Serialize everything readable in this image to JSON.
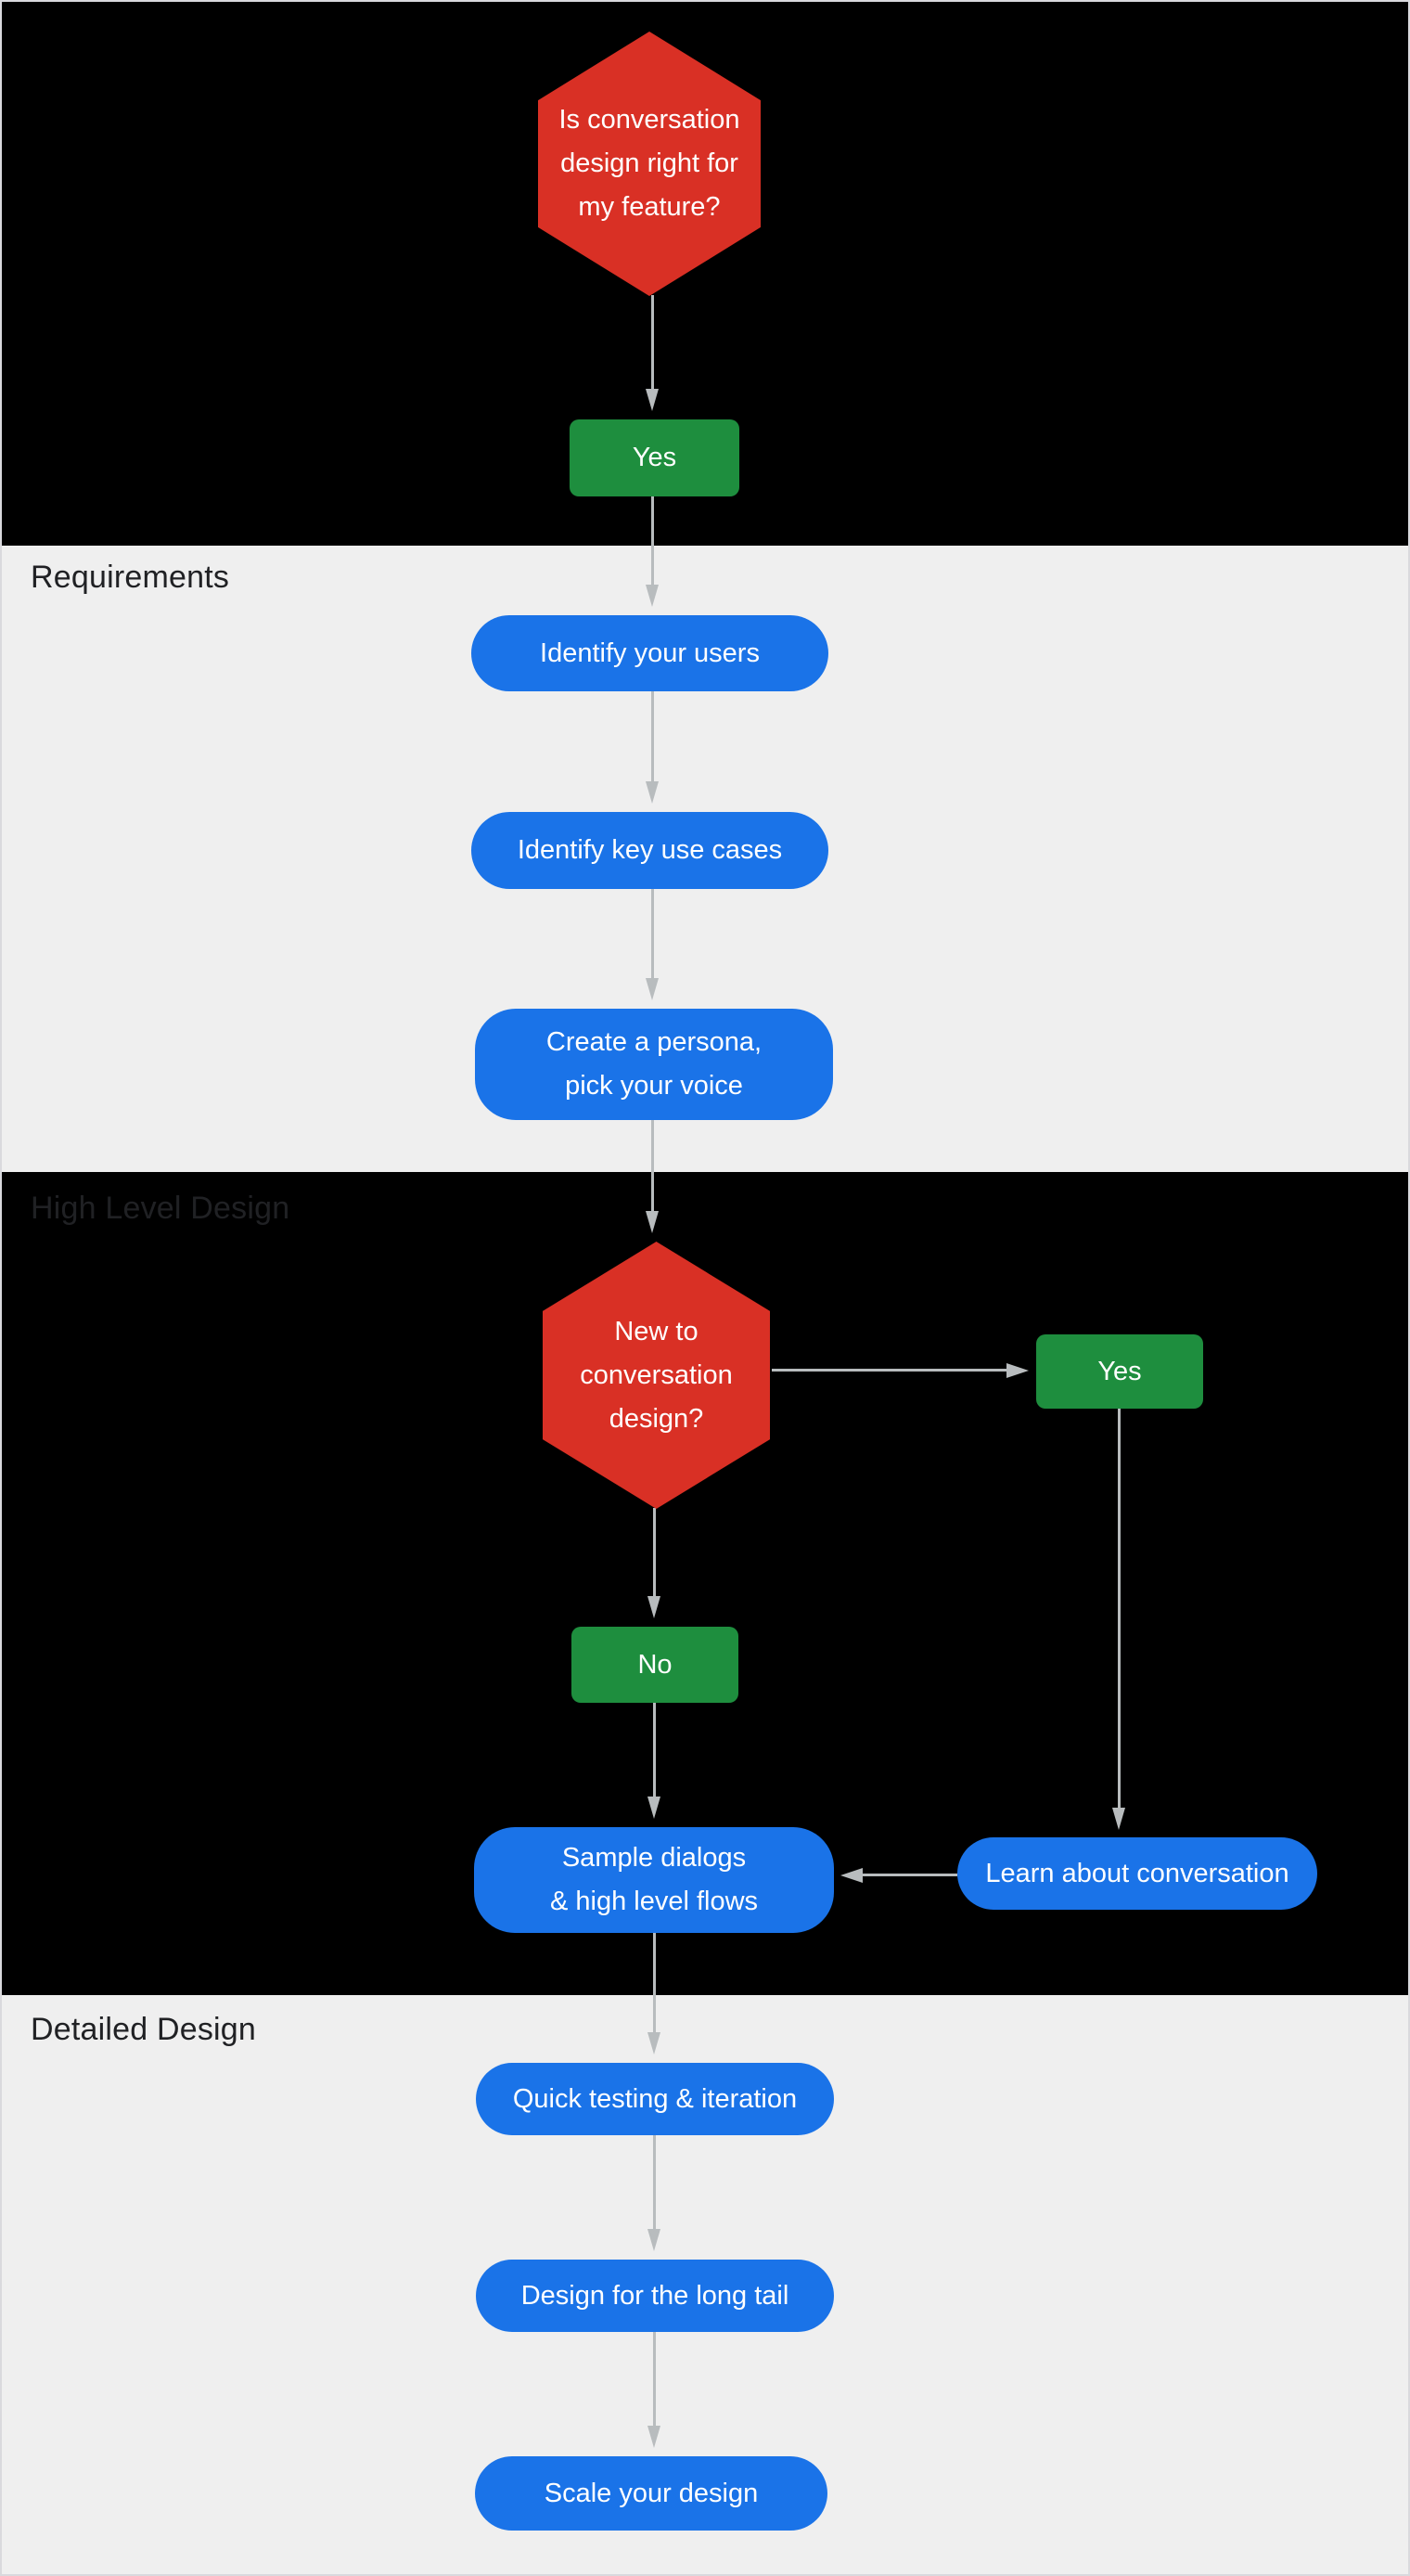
{
  "colors": {
    "decision": "#d93025",
    "answer": "#1e8e3e",
    "step": "#1a73e8",
    "arrow": "#b8bcbe",
    "section-dark": "#000000",
    "section-light": "#efefef",
    "label": "#202124",
    "node-text": "#ffffff",
    "border": "#d9d9dd"
  },
  "sections": {
    "requirements": {
      "label": "Requirements"
    },
    "high_level_design": {
      "label": "High Level Design"
    },
    "detailed_design": {
      "label": "Detailed Design"
    }
  },
  "nodes": {
    "q_right_for_feature": {
      "label": "Is conversation\ndesign right for\nmy feature?"
    },
    "yes_1": {
      "label": "Yes"
    },
    "identify_users": {
      "label": "Identify your users"
    },
    "key_use_cases": {
      "label": "Identify key use cases"
    },
    "persona_voice": {
      "label": "Create a persona,\npick your voice"
    },
    "q_new_to_cd": {
      "label": "New to\nconversation\ndesign?"
    },
    "yes_2": {
      "label": "Yes"
    },
    "no_1": {
      "label": "No"
    },
    "sample_dialogs": {
      "label": "Sample dialogs\n& high level flows"
    },
    "learn_conversation": {
      "label": "Learn about conversation"
    },
    "quick_testing": {
      "label": "Quick testing & iteration"
    },
    "long_tail": {
      "label": "Design for the long tail"
    },
    "scale_design": {
      "label": "Scale your design"
    }
  }
}
